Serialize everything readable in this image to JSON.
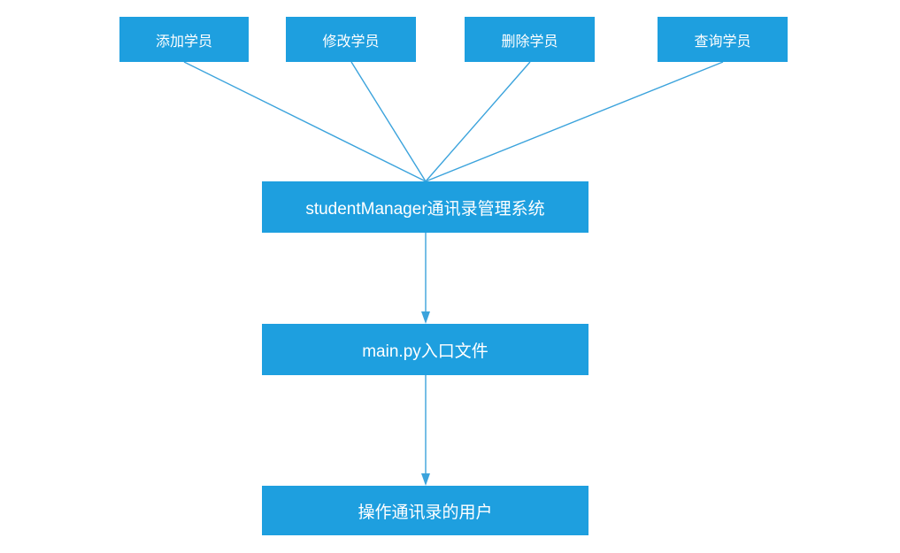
{
  "diagram": {
    "title": "studentManager structure diagram",
    "top_nodes": [
      {
        "label": "添加学员"
      },
      {
        "label": "修改学员"
      },
      {
        "label": "删除学员"
      },
      {
        "label": "查询学员"
      }
    ],
    "system_node": {
      "label": "studentManager通讯录管理系统"
    },
    "entry_node": {
      "label": "main.py入口文件"
    },
    "user_node": {
      "label": "操作通讯录的用户"
    },
    "colors": {
      "node_fill": "#1E9FDF",
      "node_text": "#FFFFFF",
      "connector": "#3BA3DC",
      "background": "#FFFFFF"
    }
  }
}
